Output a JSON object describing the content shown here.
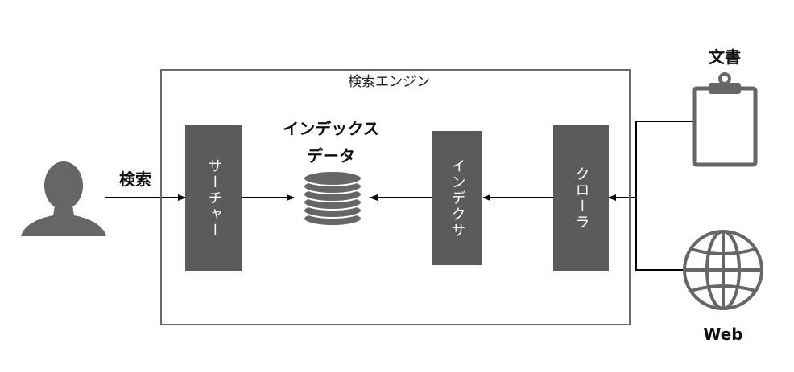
{
  "diagram": {
    "engine_title": "検索エンジン",
    "search_label": "検索",
    "index_data_label_line1": "インデックス",
    "index_data_label_line2": "データ",
    "components": {
      "searcher": "サーチャー",
      "indexer": "インデクサ",
      "crawler": "クローラ"
    },
    "source_document_label": "文書",
    "source_web_label": "Web"
  },
  "colors": {
    "component_fill": "#5b5b5b",
    "icon_fill": "#666666",
    "line": "#000000"
  },
  "icons": [
    "user-icon",
    "database-icon",
    "clipboard-icon",
    "globe-icon"
  ]
}
